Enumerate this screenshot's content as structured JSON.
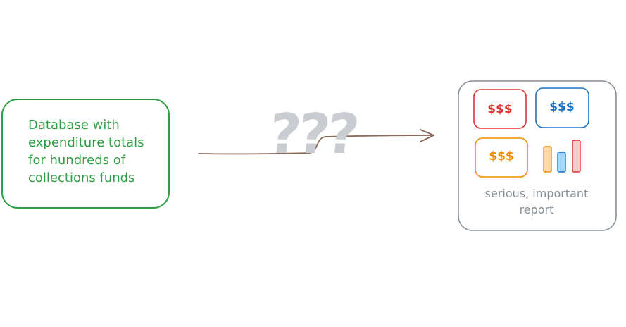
{
  "source": {
    "lines": [
      "Database with",
      "expenditure totals",
      "for hundreds of",
      "collections funds"
    ],
    "color": "#2f9e44"
  },
  "connector": {
    "label": "???",
    "label_color": "#c9cdd2",
    "arrow_color": "#8b6a5c"
  },
  "report": {
    "metrics": [
      {
        "text": "$$$",
        "color": "#e03131"
      },
      {
        "text": "$$$",
        "color": "#1971c2"
      },
      {
        "text": "$$$",
        "color": "#f08c00"
      }
    ],
    "bar_chart": {
      "bars": [
        {
          "level": 0.8,
          "fill": "#ffd8a8",
          "stroke": "#f08c00"
        },
        {
          "level": 0.62,
          "fill": "#a5d8ff",
          "stroke": "#1971c2"
        },
        {
          "level": 1.0,
          "fill": "#ffc9c9",
          "stroke": "#e03131"
        }
      ]
    },
    "caption_lines": [
      "serious, important",
      "report"
    ],
    "border_color": "#868e96"
  }
}
